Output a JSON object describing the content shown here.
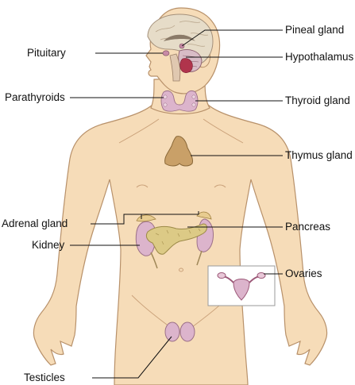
{
  "labels": {
    "pineal_gland": "Pineal gland",
    "pituitary": "Pituitary",
    "hypothalamus": "Hypothalamus",
    "parathyroids": "Parathyroids",
    "thyroid_gland": "Thyroid gland",
    "thymus_gland": "Thymus gland",
    "adrenal_gland": "Adrenal gland",
    "pancreas": "Pancreas",
    "kidney": "Kidney",
    "ovaries": "Ovaries",
    "testicles": "Testicles"
  },
  "colors": {
    "skin": "#f6dcb8",
    "skin_outline": "#b8916a",
    "brain": "#e6dcc8",
    "gland_pink": "#dcb4cc",
    "hypothalamus": "#b0344c",
    "thymus": "#c9a068",
    "pancreas": "#dcca86",
    "leader_line": "#111111"
  }
}
